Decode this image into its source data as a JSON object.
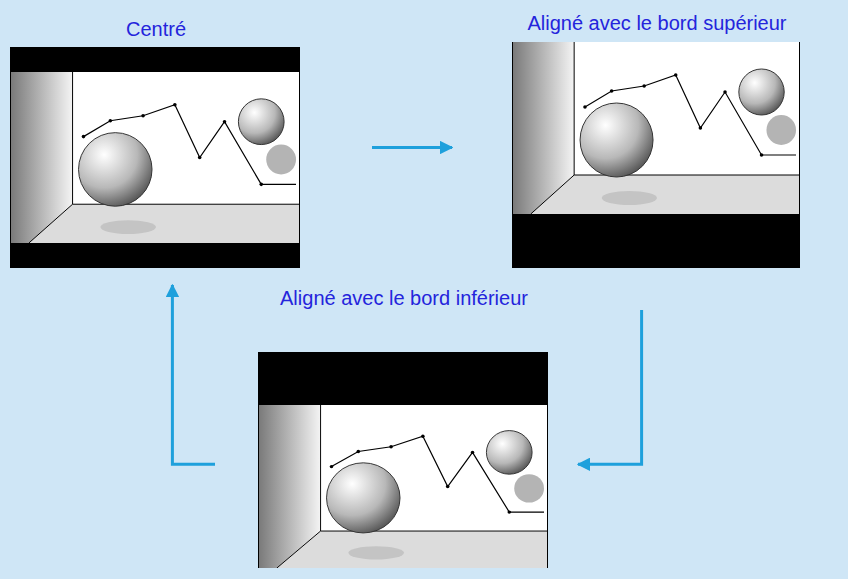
{
  "diagram": {
    "nodes": [
      {
        "text": [
          "Centré"
        ]
      },
      {
        "text": [
          "Aligné avec le bord supérieur"
        ]
      },
      {
        "text": [
          "Aligné avec le bord inférieur"
        ]
      }
    ],
    "edges": [
      {
        "from": 0,
        "to": 1,
        "arrow": "to"
      },
      {
        "from": 1,
        "to": 2,
        "arrow": "to"
      },
      {
        "from": 2,
        "to": 0,
        "arrow": "to"
      }
    ]
  }
}
